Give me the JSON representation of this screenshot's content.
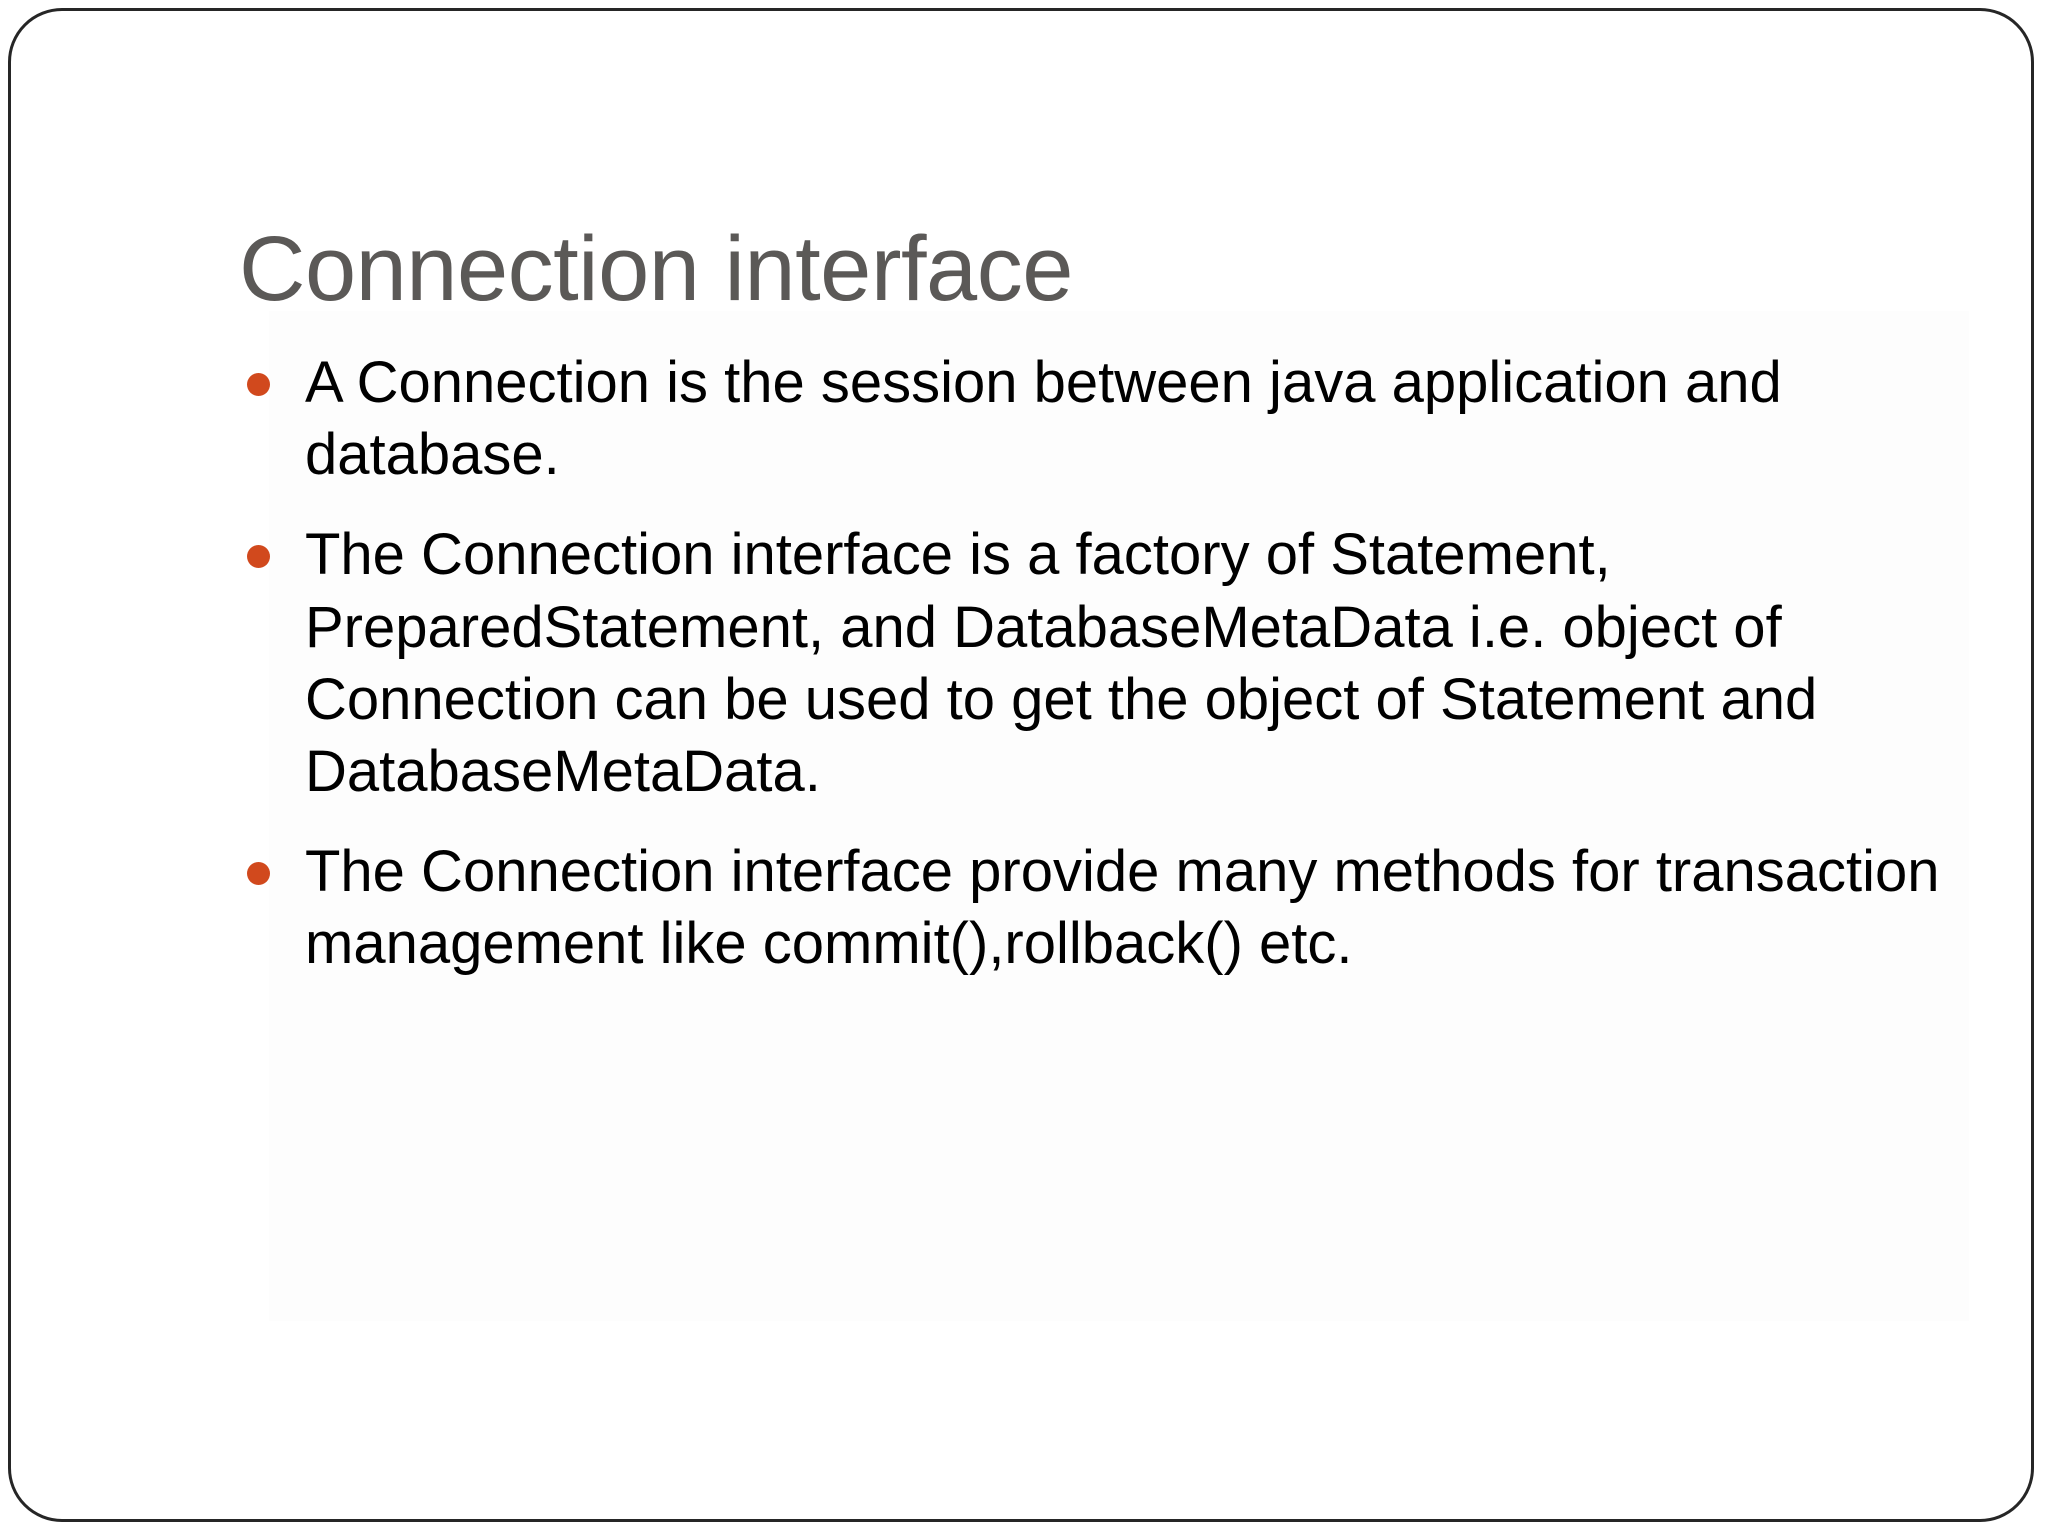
{
  "slide": {
    "title": "Connection interface",
    "title_color": "#5b5957",
    "background_color": "#ffffff",
    "border_color": "#262626",
    "bullet_color": "#d1491d",
    "text_color": "#000000",
    "bullets": [
      {
        "marker": "disc-bullet",
        "text": "A Connection is the session between java application and database."
      },
      {
        "marker": "disc-bullet",
        "text": "The Connection interface is a factory of Statement, PreparedStatement, and DatabaseMetaData i.e. object of Connection can be used to get the object of Statement and DatabaseMetaData."
      },
      {
        "marker": "disc-bullet",
        "text": "The Connection interface provide many methods for transaction management like commit(),rollback() etc."
      }
    ]
  }
}
